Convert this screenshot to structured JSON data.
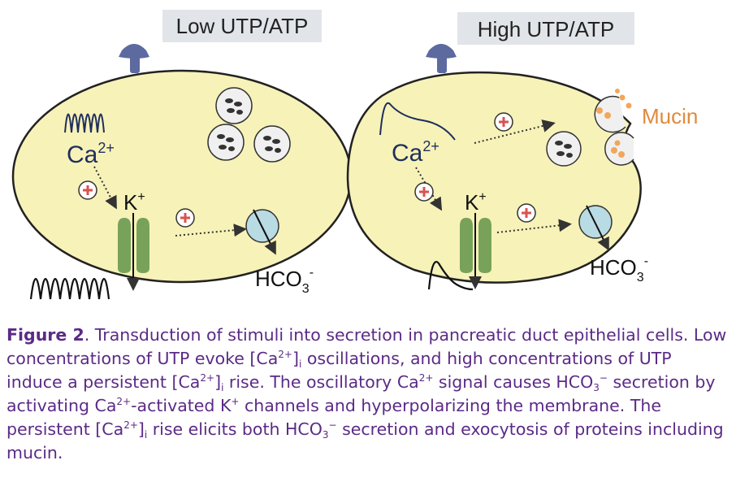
{
  "colors": {
    "cell_fill": "#f7f2b8",
    "cell_stroke": "#222222",
    "receptor": "#5c6a9f",
    "channel": "#78a25a",
    "exchanger": "#b9dbe4",
    "plus_sign": "#d9534f",
    "mucin_dots": "#f2a65a",
    "mucin_label": "#e08a3c",
    "caption_text": "#5b2a86",
    "signal_line": "#1f2e5c"
  },
  "panels": [
    {
      "title": "Low UTP/ATP",
      "ca_label": "Ca",
      "ca_charge": "2+",
      "k_label": "K",
      "k_charge": "+",
      "hco3_label": "HCO",
      "hco3_sub": "3",
      "hco3_sup": "-",
      "signal_icon": "oscillation-trace-icon",
      "mucin_label": ""
    },
    {
      "title": "High UTP/ATP",
      "ca_label": "Ca",
      "ca_charge": "2+",
      "k_label": "K",
      "k_charge": "+",
      "hco3_label": "HCO",
      "hco3_sub": "3",
      "hco3_sup": "-",
      "signal_icon": "persistent-rise-trace-icon",
      "mucin_label": "Mucin"
    }
  ],
  "caption": {
    "label": "Figure 2",
    "part1": ". Transduction of stimuli into secretion in pancreatic duct epithelial cells. Low concentrations of UTP evoke [Ca",
    "sup1": "2+",
    "part2": "]",
    "sub1": "i",
    "part3": " oscillations, and high concentrations of UTP induce a persistent [Ca",
    "sup2": "2+",
    "part4": "]",
    "sub2": "i",
    "part5": " rise. The oscillatory Ca",
    "sup3": "2+",
    "part6": " signal causes HCO",
    "sub3": "3",
    "sup4": "−",
    "part7": " secretion by activating Ca",
    "sup5": "2+",
    "part8": "-activated K",
    "sup6": "+",
    "part9": " channels and hyperpolarizing the membrane. The persistent [Ca",
    "sup7": "2+",
    "part10": "]",
    "sub4": "i",
    "part11": " rise elicits both HCO",
    "sub5": "3",
    "sup8": "−",
    "part12": " secretion and exocytosis of proteins including mucin."
  }
}
